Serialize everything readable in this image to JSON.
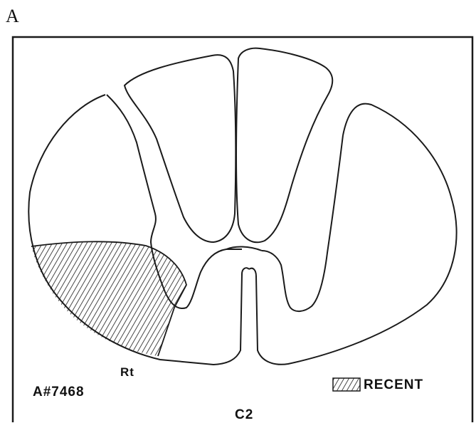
{
  "panel_label": "A",
  "labels": {
    "side": "Rt",
    "case_id": "A#7468",
    "level": "C2"
  },
  "legend": {
    "label": "RECENT",
    "swatch_pattern": "diagonal-hatch"
  },
  "colors": {
    "line": "#1a1a1a",
    "background": "#ffffff"
  }
}
